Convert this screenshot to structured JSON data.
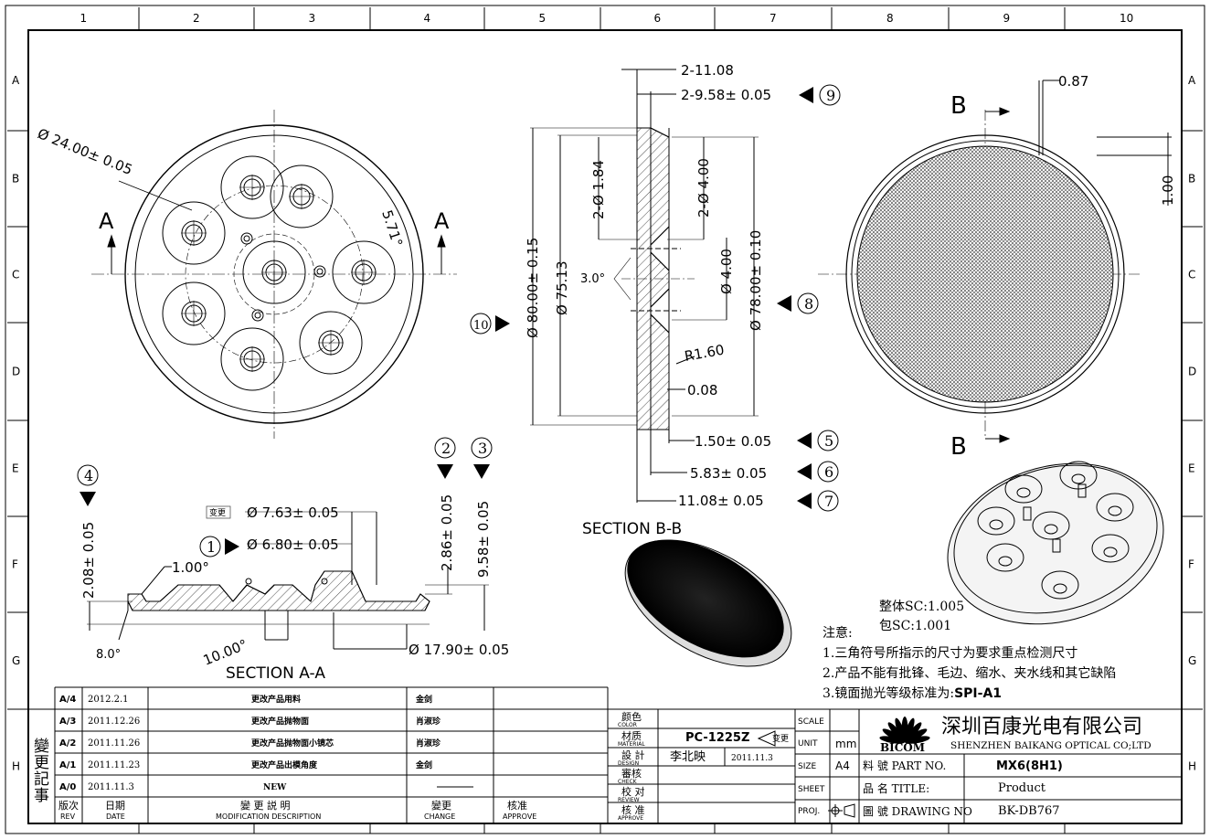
{
  "grid": {
    "cols": [
      "1",
      "2",
      "3",
      "4",
      "5",
      "6",
      "7",
      "8",
      "9",
      "10"
    ],
    "rows": [
      "A",
      "B",
      "C",
      "D",
      "E",
      "F",
      "G",
      "H"
    ]
  },
  "front_view": {
    "dia_label": "Ø 24.00± 0.05",
    "angle_label": "5.71°",
    "sec_left": "A",
    "sec_right": "A"
  },
  "section_bb": {
    "title": "SECTION B-B",
    "dims": {
      "d1": "2-11.08",
      "d2": "2-9.58± 0.05",
      "d3": "2-Ø 1.84",
      "d4": "2-Ø 4.00",
      "d5": "Ø 4.00",
      "d6": "Ø 78.00± 0.10",
      "d7": "Ø 80.00± 0.15",
      "d8": "Ø 75.13",
      "d9": "3.0°",
      "d10": "R1.60",
      "d11": "0.08",
      "d12": "1.50± 0.05",
      "d13": "5.83± 0.05",
      "d14": "11.08± 0.05"
    },
    "markers": {
      "m5": "5",
      "m6": "6",
      "m7": "7",
      "m8": "8",
      "m9": "9",
      "m10": "10"
    }
  },
  "section_aa": {
    "title": "SECTION A-A",
    "dims": {
      "a1": "Ø 7.63± 0.05",
      "a1_tag": "变更",
      "a2": "Ø 6.80± 0.05",
      "a3": "2.86± 0.05",
      "a4": "9.58± 0.05",
      "a5": "2.08± 0.05",
      "a6": "1.00°",
      "a7": "8.0°",
      "a8": "10.00°",
      "a9": "Ø 17.90± 0.05"
    },
    "markers": {
      "m1": "1",
      "m2": "2",
      "m3": "3",
      "m4": "4"
    }
  },
  "mesh_view": {
    "top_label": "B",
    "bottom_label": "B",
    "d1": "0.87",
    "d2": "1.00"
  },
  "notes": {
    "sc1": "整体SC:1.005",
    "sc2": "包SC:1.001",
    "heading": "注意:",
    "n1": "1.三角符号所指示的尺寸为要求重点检测尺寸",
    "n2": "2.产品不能有批锋、毛边、缩水、夹水线和其它缺陷",
    "n3_prefix": "3.镜面抛光等级标准为:",
    "n3_value": "SPI-A1"
  },
  "revisions": {
    "side_label": [
      "變",
      "更",
      "記",
      "事"
    ],
    "rows": [
      {
        "rev": "A/4",
        "date": "2012.2.1",
        "desc": "更改产品用料",
        "change": "金剑"
      },
      {
        "rev": "A/3",
        "date": "2011.12.26",
        "desc": "更改产品抛物面",
        "change": "肖淑珍"
      },
      {
        "rev": "A/2",
        "date": "2011.11.26",
        "desc": "更改产品抛物面小镜芯",
        "change": "肖淑珍"
      },
      {
        "rev": "A/1",
        "date": "2011.11.23",
        "desc": "更改产品出模角度",
        "change": "金剑"
      },
      {
        "rev": "A/0",
        "date": "2011.11.3",
        "desc": "NEW",
        "change": ""
      }
    ],
    "header": {
      "rev": "版次",
      "rev_en": "REV",
      "date": "日期",
      "date_en": "DATE",
      "desc": "變 更 説 明",
      "desc_en": "MODIFICATION DESCRIPTION",
      "change": "變更",
      "change_en": "CHANGE",
      "approve": "核准",
      "approve_en": "APPROVE"
    }
  },
  "title_block": {
    "labels": [
      {
        "cn": "颜色",
        "en": "COLOR"
      },
      {
        "cn": "材质",
        "en": "MATERIAL"
      },
      {
        "cn": "設 計",
        "en": "DESIGN"
      },
      {
        "cn": "審核",
        "en": "CHECK"
      },
      {
        "cn": "校 对",
        "en": "REVIEW"
      },
      {
        "cn": "核 准",
        "en": "APPROVE"
      }
    ],
    "material": "PC-1225Z",
    "material_tag": "变更",
    "designer": "李北映",
    "design_date": "2011.11.3",
    "scale_label": "SCALE",
    "unit_label": "UNIT",
    "unit_value": "mm",
    "size_label": "SIZE",
    "size_value": "A4",
    "sheet_label": "SHEET",
    "proj_label": "PROJ.",
    "company_cn": "深圳百康光电有限公司",
    "company_en": "SHENZHEN BAIKANG OPTICAL CO;LTD",
    "logo": "BICOM",
    "part_no_label": "料 號 PART NO.",
    "part_no": "MX6(8H1)",
    "title_label": "品 名 TITLE:",
    "title": "Product",
    "drawing_no_label": "圖 號 DRAWING NO",
    "drawing_no": "BK-DB767"
  }
}
